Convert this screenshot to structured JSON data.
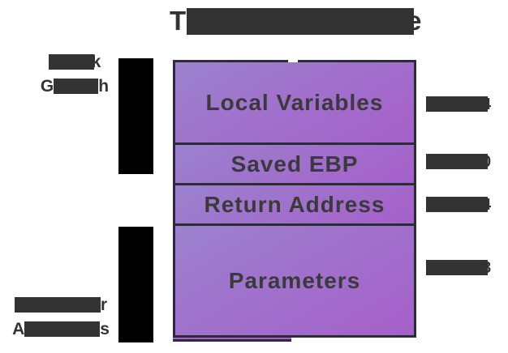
{
  "title": {
    "visible_prefix": "T",
    "visible_suffix": "e",
    "redacted": true
  },
  "stack": {
    "sections": [
      {
        "label": "Local Variables"
      },
      {
        "label": "Saved EBP"
      },
      {
        "label": "Return Address"
      },
      {
        "label": "Parameters"
      }
    ]
  },
  "left_annotations": {
    "top": {
      "redacted": true,
      "line1_suffix": "k",
      "line2_prefix": "G",
      "line2_suffix": "h"
    },
    "bottom": {
      "redacted": true,
      "line1_suffix": "r",
      "line2_prefix": "A",
      "line2_suffix": "s"
    }
  },
  "right_annotations": [
    {
      "redacted": true,
      "visible_suffix": "4"
    },
    {
      "redacted": true,
      "visible_suffix": "0"
    },
    {
      "redacted": true,
      "visible_suffix": "4"
    },
    {
      "redacted": true,
      "visible_suffix": "8"
    }
  ],
  "colors": {
    "background": "#ffffff",
    "text": "#333333",
    "redaction_box": "#333333",
    "arrow_bar": "#000000",
    "stack_border": "#2e2940",
    "section_gradient_start": "#9b82ce",
    "section_gradient_end": "#a65fca"
  }
}
